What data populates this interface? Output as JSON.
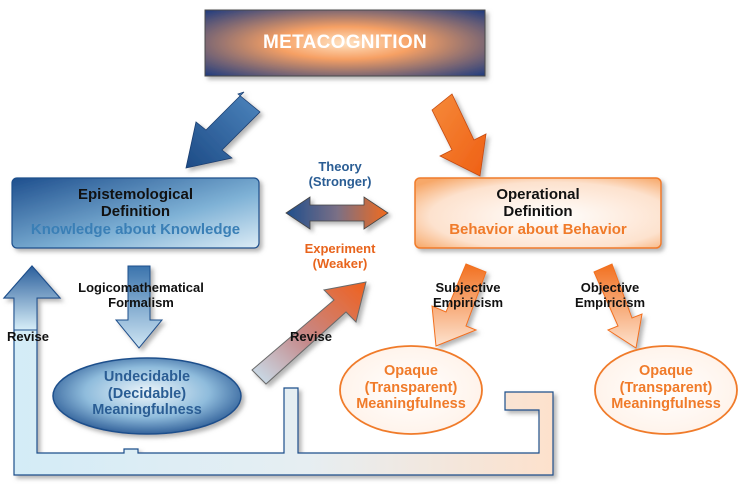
{
  "title": "METACOGNITION",
  "epistemological": {
    "line1": "Epistemological",
    "line2": "Definition",
    "subtitle": "Knowledge about Knowledge"
  },
  "operational": {
    "line1": "Operational",
    "line2": "Definition",
    "subtitle": "Behavior about Behavior"
  },
  "theory": {
    "line1": "Theory",
    "line2": "(Stronger)"
  },
  "experiment": {
    "line1": "Experiment",
    "line2": "(Weaker)"
  },
  "logicomathematical": {
    "line1": "Logicomathematical",
    "line2": "Formalism"
  },
  "subjective": {
    "line1": "Subjective",
    "line2": "Empiricism"
  },
  "objective": {
    "line1": "Objective",
    "line2": "Empiricism"
  },
  "revise_left": "Revise",
  "revise_mid": "Revise",
  "undecidable": {
    "line1": "Undecidable",
    "line2": "(Decidable)",
    "line3": "Meaningfulness"
  },
  "opaque_1": {
    "line1": "Opaque",
    "line2": "(Transparent)",
    "line3": "Meaningfulness"
  },
  "opaque_2": {
    "line1": "Opaque",
    "line2": "(Transparent)",
    "line3": "Meaningfulness"
  },
  "colors": {
    "blue_dark": "#1f4e8c",
    "blue_light": "#bfe2f2",
    "orange": "#f26b1d",
    "orange_light": "#fde3cf"
  }
}
